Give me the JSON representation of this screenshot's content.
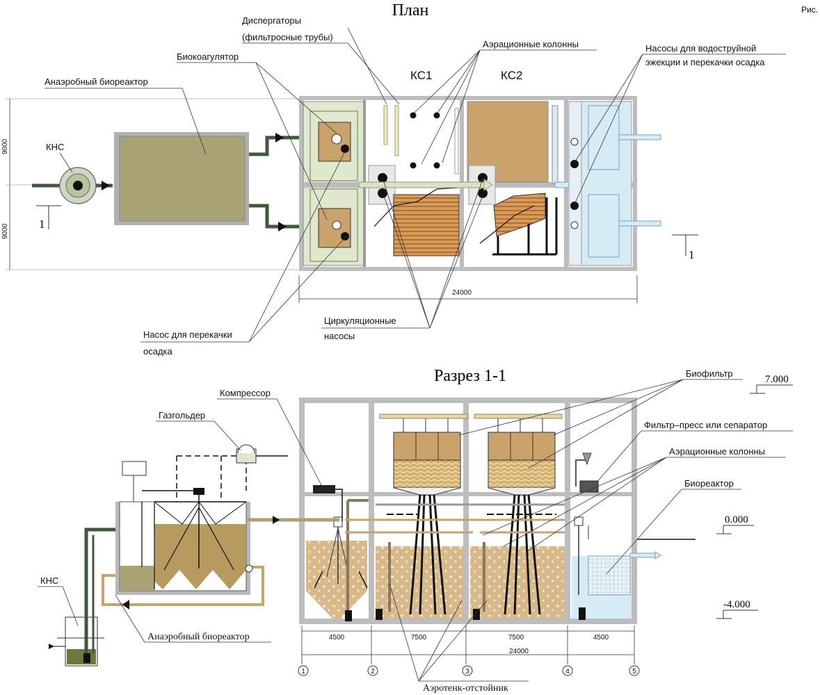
{
  "fig_label": "Рис.",
  "plan": {
    "title": "План",
    "labels": {
      "dispergators_line1": "Диспергаторы",
      "dispergators_line2": "(фильтросные трубы)",
      "aeration_columns": "Аэрационные колонны",
      "biocoagulator": "Биокоагулятор",
      "anaerobic_bioreactor": "Анаэробный биореактор",
      "pumps_line1": "Насосы для водоструйной",
      "pumps_line2": "эжекции и перекачки осадка",
      "kns": "КНС",
      "ks1": "КС1",
      "ks2": "КС2",
      "circ_pumps_line1": "Циркуляционные",
      "circ_pumps_line2": "насосы",
      "sludge_pump_line1": "Насос для перекачки",
      "sludge_pump_line2": "осадка"
    },
    "dims": {
      "width_total": "24000",
      "height_top": "9000",
      "height_bottom": "9000",
      "section_left": "1",
      "section_right": "1"
    }
  },
  "section": {
    "title": "Разрез 1-1",
    "labels": {
      "biofilter": "Биофильтр",
      "compressor": "Компрессор",
      "gasholder": "Газгольдер",
      "filter_press": "Фильтр–пресс или сепаратор",
      "aeration_columns": "Аэрационные колонны",
      "bioreactor": "Биореактор",
      "kns": "КНС",
      "anaerobic_bioreactor": "Анаэробный биореактор",
      "aerotank": "Аэротенк-отстойник"
    },
    "levels": {
      "top": "7.000",
      "zero": "0.000",
      "bottom": "-4.000"
    },
    "spans": [
      "4500",
      "7500",
      "7500",
      "4500"
    ],
    "total": "24000",
    "axes": [
      "1",
      "2",
      "3",
      "4",
      "5"
    ]
  },
  "colors": {
    "olive_fill": "#a8a070",
    "light_green": "#dfe8cc",
    "tan": "#c9a36b",
    "sludge": "#b08a4a",
    "pipe_green": "#3e5a3a",
    "light_blue": "#d6ecf4",
    "wall_grey": "#b8b8b8",
    "wood": "#c07f3a"
  }
}
